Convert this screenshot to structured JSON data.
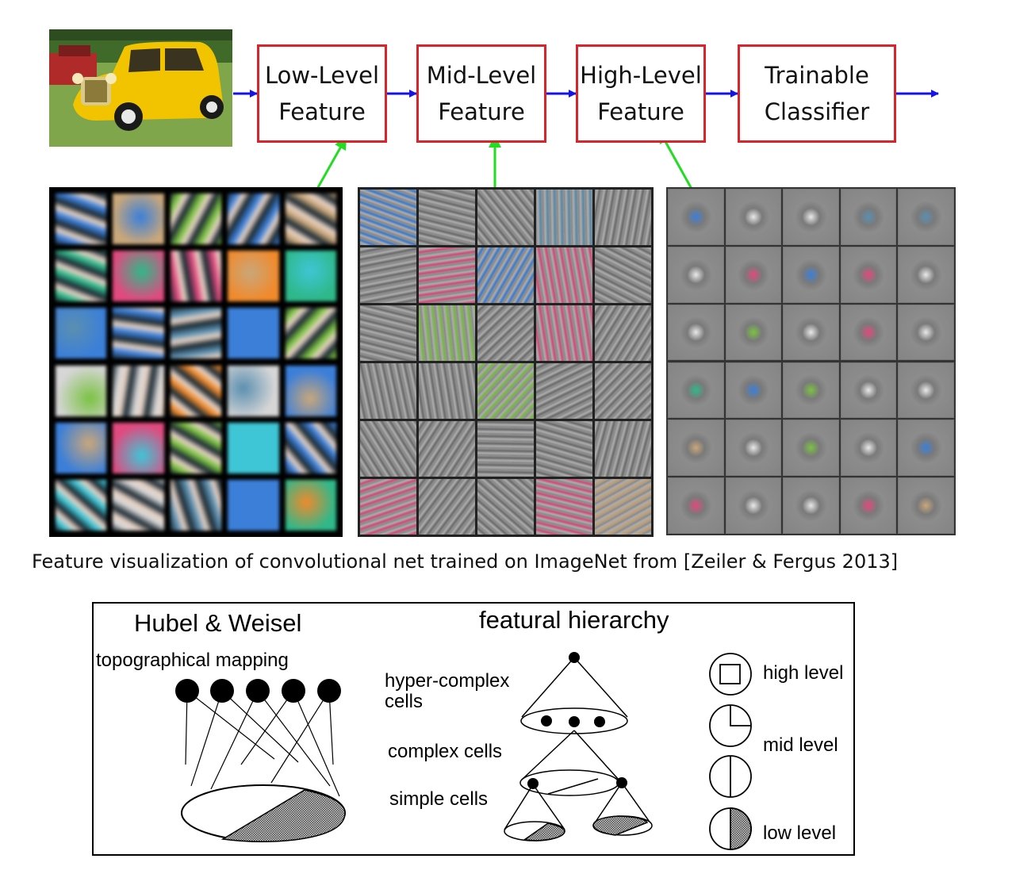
{
  "pipeline": {
    "stages": [
      {
        "line1": "Low-Level",
        "line2": "Feature"
      },
      {
        "line1": "Mid-Level",
        "line2": "Feature"
      },
      {
        "line1": "High-Level",
        "line2": "Feature"
      },
      {
        "line1": "Trainable",
        "line2": "Classifier"
      }
    ],
    "arrow_color": "#1414e6",
    "box_color": "#d8242a",
    "link_color": "#22dd22"
  },
  "caption": "Feature visualization of convolutional net trained on ImageNet from [Zeiler & Fergus 2013]",
  "hubel": {
    "title": "Hubel & Weisel",
    "subtitle": "topographical mapping"
  },
  "hierarchy": {
    "title": "featural hierarchy",
    "hyper_line1": "hyper-complex",
    "hyper_line2": "cells",
    "complex": "complex cells",
    "simple": "simple cells"
  },
  "levels": {
    "high": "high level",
    "mid": "mid level",
    "low": "low level"
  }
}
